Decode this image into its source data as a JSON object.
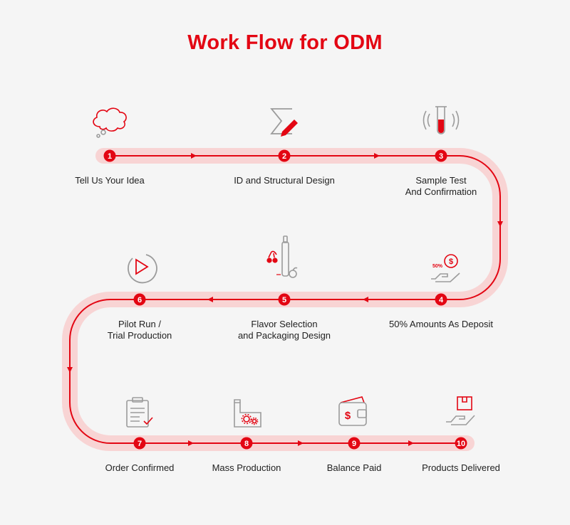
{
  "title": "Work Flow for ODM",
  "colors": {
    "accent": "#e30613",
    "track": "#f8d4d4",
    "icon_gray": "#9b9b9b",
    "text": "#222222",
    "background": "#f5f5f5"
  },
  "steps": [
    {
      "number": "1",
      "label": "Tell Us Your Idea",
      "icon": "thought-cloud-icon"
    },
    {
      "number": "2",
      "label": "ID and Structural Design",
      "icon": "sigma-pencil-icon"
    },
    {
      "number": "3",
      "label": "Sample Test\nAnd Confirmation",
      "icon": "test-tube-icon"
    },
    {
      "number": "4",
      "label": "50% Amounts As Deposit",
      "icon": "hand-coin-icon",
      "icon_text": "50%",
      "coin_symbol": "$"
    },
    {
      "number": "5",
      "label": "Flavor Selection\nand Packaging Design",
      "icon": "vape-fruit-icon"
    },
    {
      "number": "6",
      "label": "Pilot Run /\nTrial Production",
      "icon": "play-circle-icon"
    },
    {
      "number": "7",
      "label": "Order Confirmed",
      "icon": "clipboard-check-icon"
    },
    {
      "number": "8",
      "label": "Mass Production",
      "icon": "factory-gears-icon"
    },
    {
      "number": "9",
      "label": "Balance Paid",
      "icon": "wallet-dollar-icon",
      "coin_symbol": "$"
    },
    {
      "number": "10",
      "label": "Products Delivered",
      "icon": "hand-package-icon"
    }
  ]
}
